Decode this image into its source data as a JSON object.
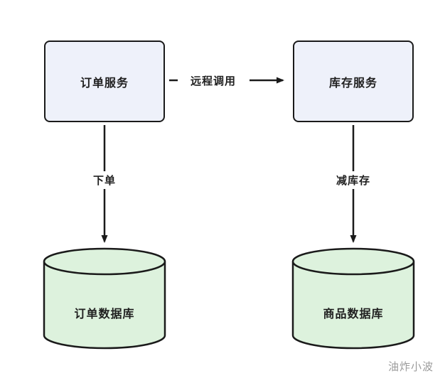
{
  "diagram": {
    "nodes": {
      "order_service": "订单服务",
      "inventory_service": "库存服务",
      "order_db": "订单数据库",
      "product_db": "商品数据库"
    },
    "edges": {
      "remote_call": "远程调用",
      "place_order": "下单",
      "reduce_stock": "减库存"
    },
    "colors": {
      "service_fill": "#eef1fa",
      "database_fill": "#ddf2dd",
      "stroke": "#1a1a1a",
      "watermark_text": "#9b9b9b"
    }
  },
  "watermark": "油炸小波"
}
